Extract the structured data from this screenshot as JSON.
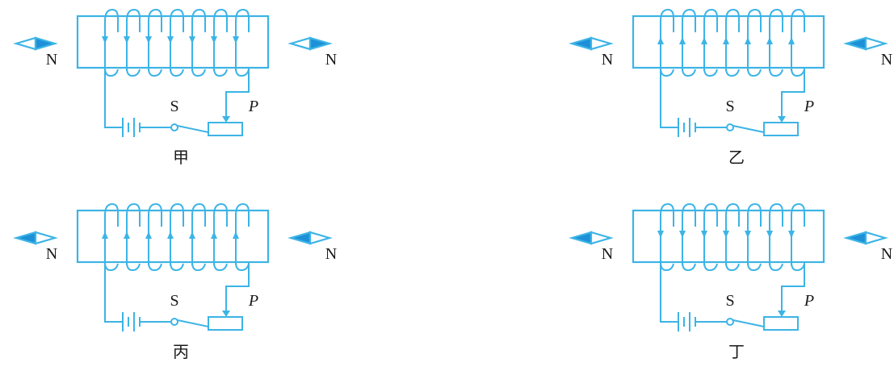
{
  "colors": {
    "line": "#3cb4e6",
    "needle_fill": "#1e90d8",
    "text": "#1a1a1a"
  },
  "panels": [
    {
      "caption": "甲",
      "switch_label": "S",
      "slider_label": "P",
      "compass_left_label": "N",
      "compass_right_label": "N",
      "winding_arrow": "down",
      "left_needle_fill": "right",
      "right_needle_fill": "right"
    },
    {
      "caption": "乙",
      "switch_label": "S",
      "slider_label": "P",
      "compass_left_label": "N",
      "compass_right_label": "N",
      "winding_arrow": "up",
      "left_needle_fill": "left",
      "right_needle_fill": "left"
    },
    {
      "caption": "丙",
      "switch_label": "S",
      "slider_label": "P",
      "compass_left_label": "N",
      "compass_right_label": "N",
      "winding_arrow": "up",
      "left_needle_fill": "left",
      "right_needle_fill": "left"
    },
    {
      "caption": "丁",
      "switch_label": "S",
      "slider_label": "P",
      "compass_left_label": "N",
      "compass_right_label": "N",
      "winding_arrow": "down",
      "left_needle_fill": "left",
      "right_needle_fill": "left"
    }
  ]
}
